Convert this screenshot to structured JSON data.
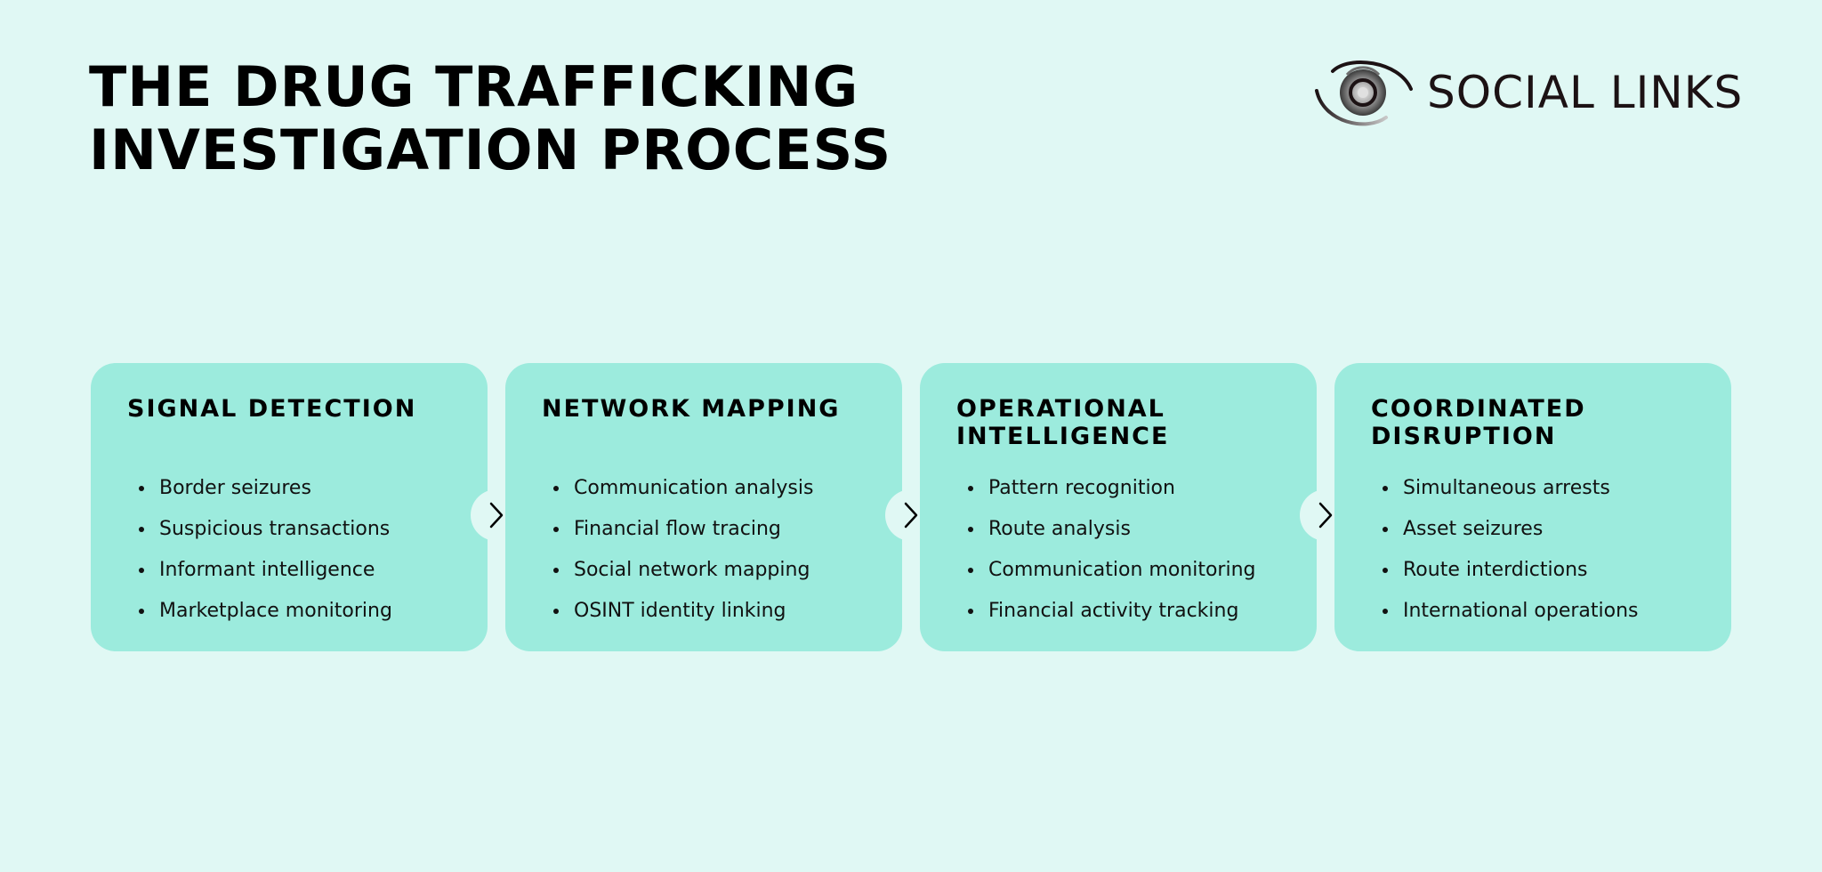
{
  "header": {
    "title_line1": "THE DRUG TRAFFICKING",
    "title_line2": "INVESTIGATION PROCESS"
  },
  "logo": {
    "text": "SOCIAL LINKS",
    "icon": "eye-icon"
  },
  "colors": {
    "background": "#e0f8f4",
    "card": "#9cebdd",
    "text": "#000000"
  },
  "stages": [
    {
      "title": "SIGNAL DETECTION",
      "items": [
        "Border seizures",
        "Suspicious transactions",
        "Informant intelligence",
        "Marketplace monitoring"
      ]
    },
    {
      "title": "NETWORK MAPPING",
      "items": [
        "Communication analysis",
        "Financial flow tracing",
        "Social network mapping",
        "OSINT identity linking"
      ]
    },
    {
      "title": "OPERATIONAL INTELLIGENCE",
      "items": [
        "Pattern recognition",
        "Route analysis",
        "Communication monitoring",
        "Financial activity tracking"
      ]
    },
    {
      "title": "COORDINATED DISRUPTION",
      "items": [
        "Simultaneous arrests",
        "Asset seizures",
        "Route interdictions",
        "International operations"
      ]
    }
  ],
  "connector_icon": "chevron-right-icon"
}
